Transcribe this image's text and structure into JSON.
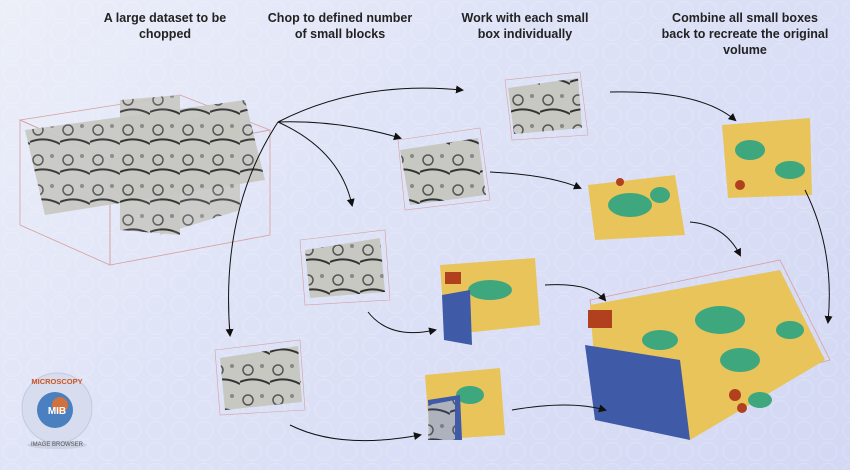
{
  "steps": [
    {
      "title_line1": "A large dataset to be",
      "title_line2": "chopped"
    },
    {
      "title_line1": "Chop to defined number",
      "title_line2": "of small blocks"
    },
    {
      "title_line1": "Work with each small",
      "title_line2": "box individually"
    },
    {
      "title_line1": "Combine all small boxes",
      "title_line2": "back to recreate the original",
      "title_line3": "volume"
    }
  ],
  "logo": {
    "top": "MICROSCOPY",
    "bottom": "IMAGE BROWSER",
    "mark": "MIB"
  },
  "colors": {
    "yellow": "#e8c45a",
    "green": "#3ea77e",
    "blue": "#3f5aa6",
    "red": "#b0401e",
    "gray": "#b9b9b4"
  }
}
